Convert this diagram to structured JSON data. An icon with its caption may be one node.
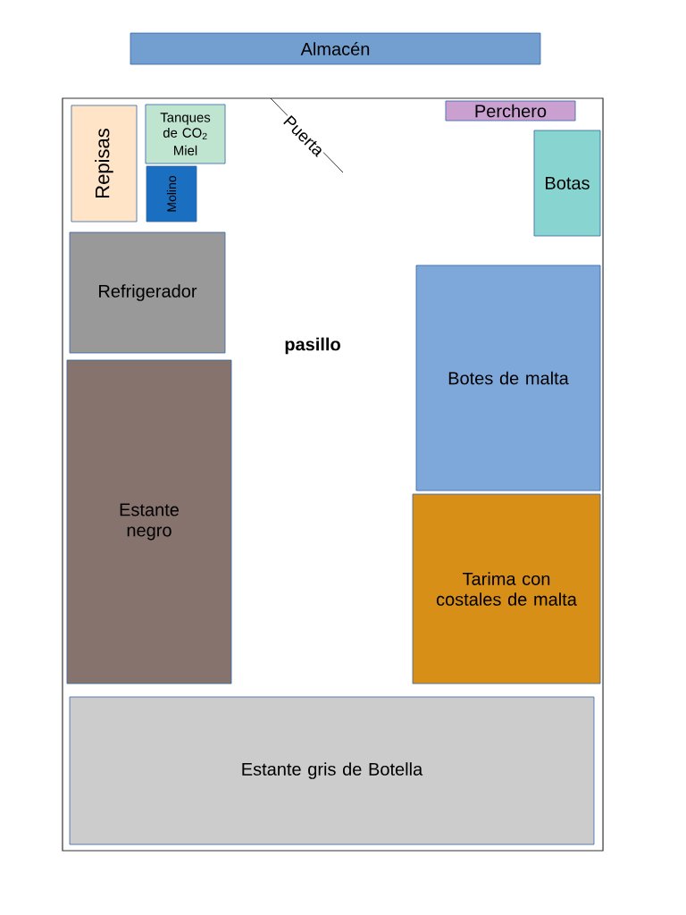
{
  "diagram": {
    "nodes": [
      {
        "text": [
          "Almacén"
        ]
      },
      {
        "text": [],
        "shape": "box"
      },
      {
        "text": [
          "Repisas"
        ],
        "in": 1
      },
      {
        "text": [
          "Tanques de CO$_{2}$",
          "Miel"
        ],
        "in": 1
      },
      {
        "text": [
          "Molino"
        ],
        "in": 1
      },
      {
        "text": [
          "Perchero"
        ],
        "in": 1
      },
      {
        "text": [
          "Botas"
        ],
        "in": 1
      },
      {
        "text": [
          "Refrigerador"
        ],
        "in": 1
      },
      {
        "text": [
          "Estante negro"
        ],
        "in": 1
      },
      {
        "text": [
          "Botes de malta"
        ],
        "in": 1
      },
      {
        "text": [
          "Tarima con costales de malta"
        ],
        "in": 1
      },
      {
        "text": [
          "Estante gris de Botella"
        ],
        "in": 1
      }
    ],
    "labels": [
      "Puerta",
      "pasillo"
    ]
  }
}
